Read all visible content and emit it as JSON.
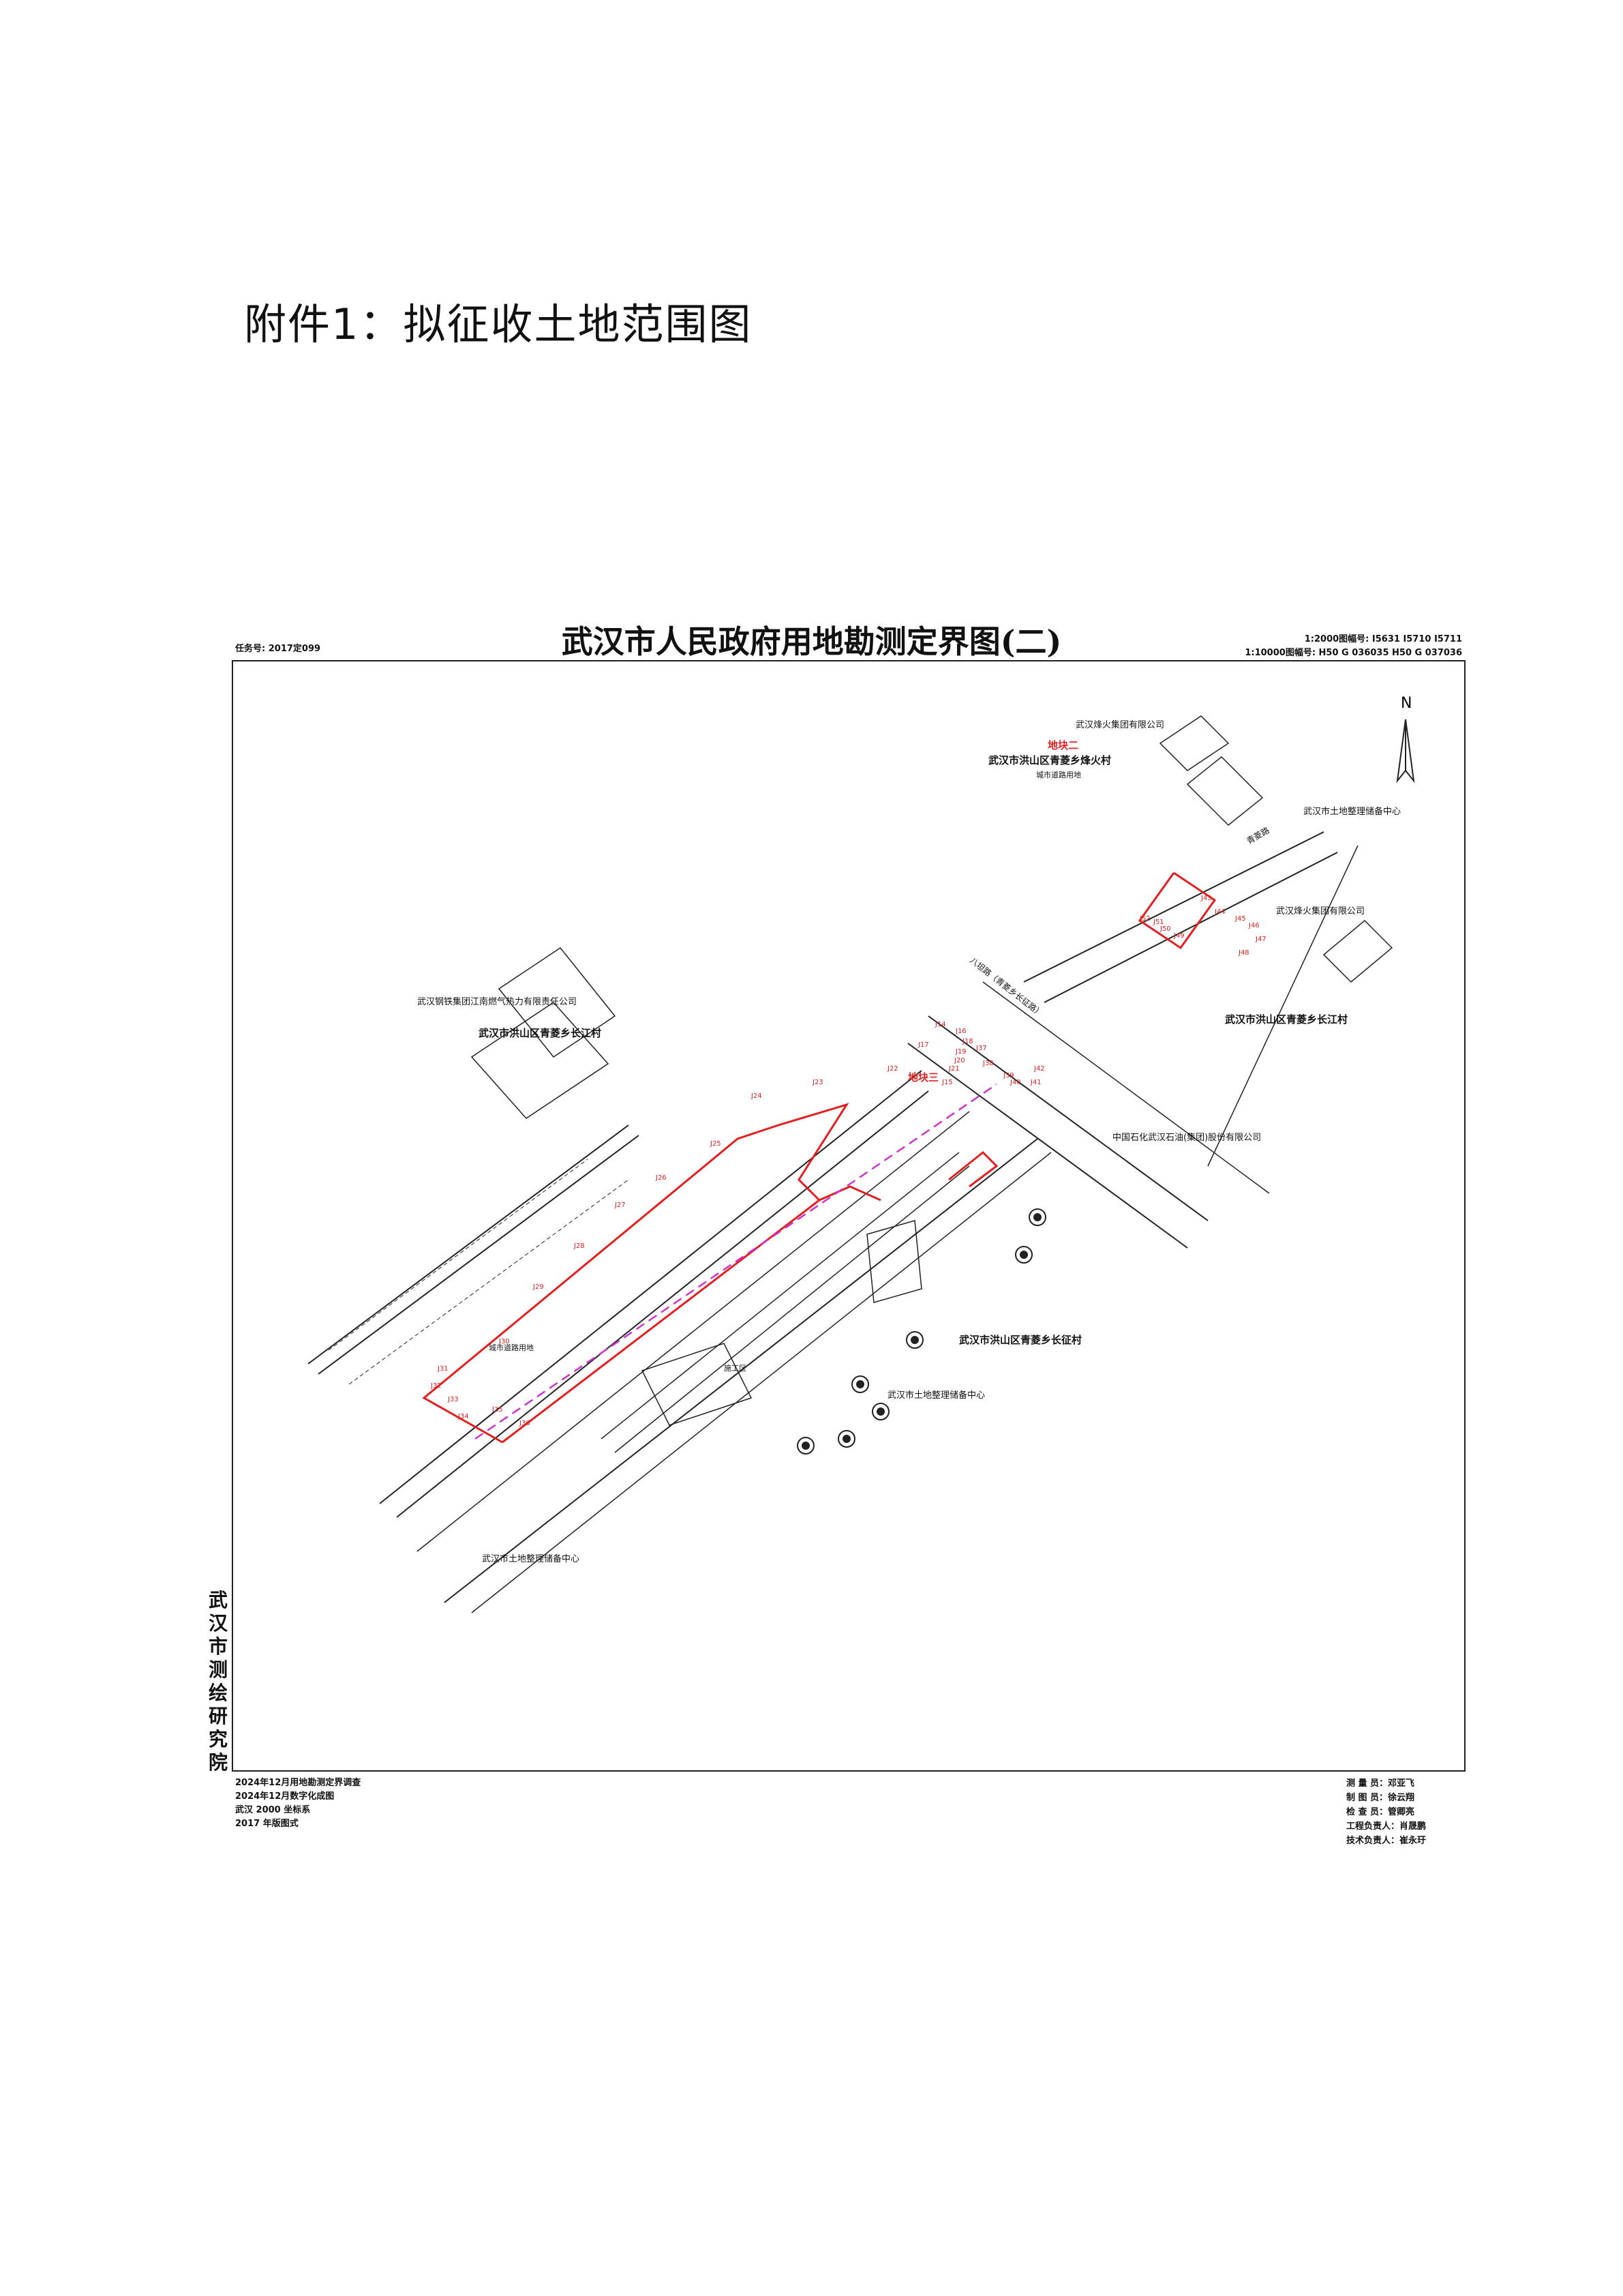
{
  "page": {
    "heading": "附件1：拟征收土地范围图"
  },
  "map": {
    "title": "武汉市人民政府用地勘测定界图(二)",
    "task_no": "任务号: 2017定099",
    "sheet_2000": "1:2000图幅号: I5631 I5710 I5711",
    "sheet_10000": "1:10000图幅号: H50 G 036035 H50 G 037036",
    "north_label": "N",
    "institute": "武汉市测绘研究院",
    "survey_notes": [
      "2024年12月用地勘测定界调查",
      "2024年12月数字化成图",
      "武汉 2000 坐标系",
      "2017 年版图式"
    ],
    "staff": [
      "测 量 员：邓亚飞",
      "制 图 员：徐云翔",
      "检 查 员：管卿亮",
      "工程负责人：肖晟鹏",
      "技术负责人：崔永玗"
    ],
    "labels": {
      "parcel_2": "地块二",
      "parcel_3": "地块三",
      "village_fenghuo": "武汉市洪山区青菱乡烽火村",
      "road_land_1": "城市道路用地",
      "road_land_2": "城市道路用地",
      "fenghuo_group_top": "武汉烽火集团有限公司",
      "fenghuo_group_right": "武汉烽火集团有限公司",
      "land_reserve_top": "武汉市土地整理储备中心",
      "land_reserve_mid": "武汉市土地整理储备中心",
      "land_reserve_bottom": "武汉市土地整理储备中心",
      "steel_heat": "武汉钢铁集团江南燃气热力有限责任公司",
      "village_changjiang_left": "武汉市洪山区青菱乡长江村",
      "village_changjiang_right": "武汉市洪山区青菱乡长江村",
      "village_zhengfu": "武汉市洪山区青菱乡长征村",
      "sinopec": "中国石化武汉石油(集团)股份有限公司",
      "bayi_road": "八坦路（青菱乡长征路）",
      "construction_site": "施工区",
      "road_right": "青菱路"
    },
    "points": [
      "J14",
      "J15",
      "J16",
      "J17",
      "J18",
      "J19",
      "J20",
      "J21",
      "J22",
      "J23",
      "J24",
      "J25",
      "J26",
      "J27",
      "J28",
      "J29",
      "J30",
      "J31",
      "J32",
      "J33",
      "J34",
      "J35",
      "J36",
      "J37",
      "J38",
      "J39",
      "J40",
      "J41",
      "J42",
      "J43",
      "J44",
      "J45",
      "J46",
      "J47",
      "J48",
      "J49",
      "J50",
      "J51",
      "J52"
    ]
  }
}
